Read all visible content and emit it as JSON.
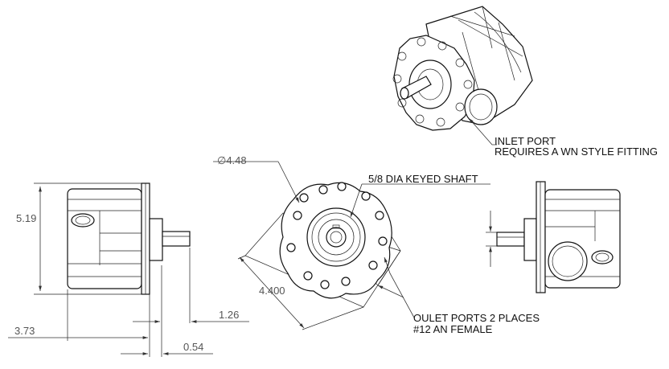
{
  "notes": {
    "inlet_line1": "INLET PORT",
    "inlet_line2": "REQUIRES A WN STYLE FITTING",
    "outlet_line1": "OULET PORTS 2 PLACES",
    "outlet_line2": "#12 AN FEMALE",
    "shaft": "5/8 DIA KEYED SHAFT"
  },
  "dimensions": {
    "diameter": "∅4.48",
    "bolt_span": "4.400",
    "height": "5.19",
    "overall_length": "3.73",
    "shaft_length": "1.26",
    "shaft_offset": "0.54"
  }
}
